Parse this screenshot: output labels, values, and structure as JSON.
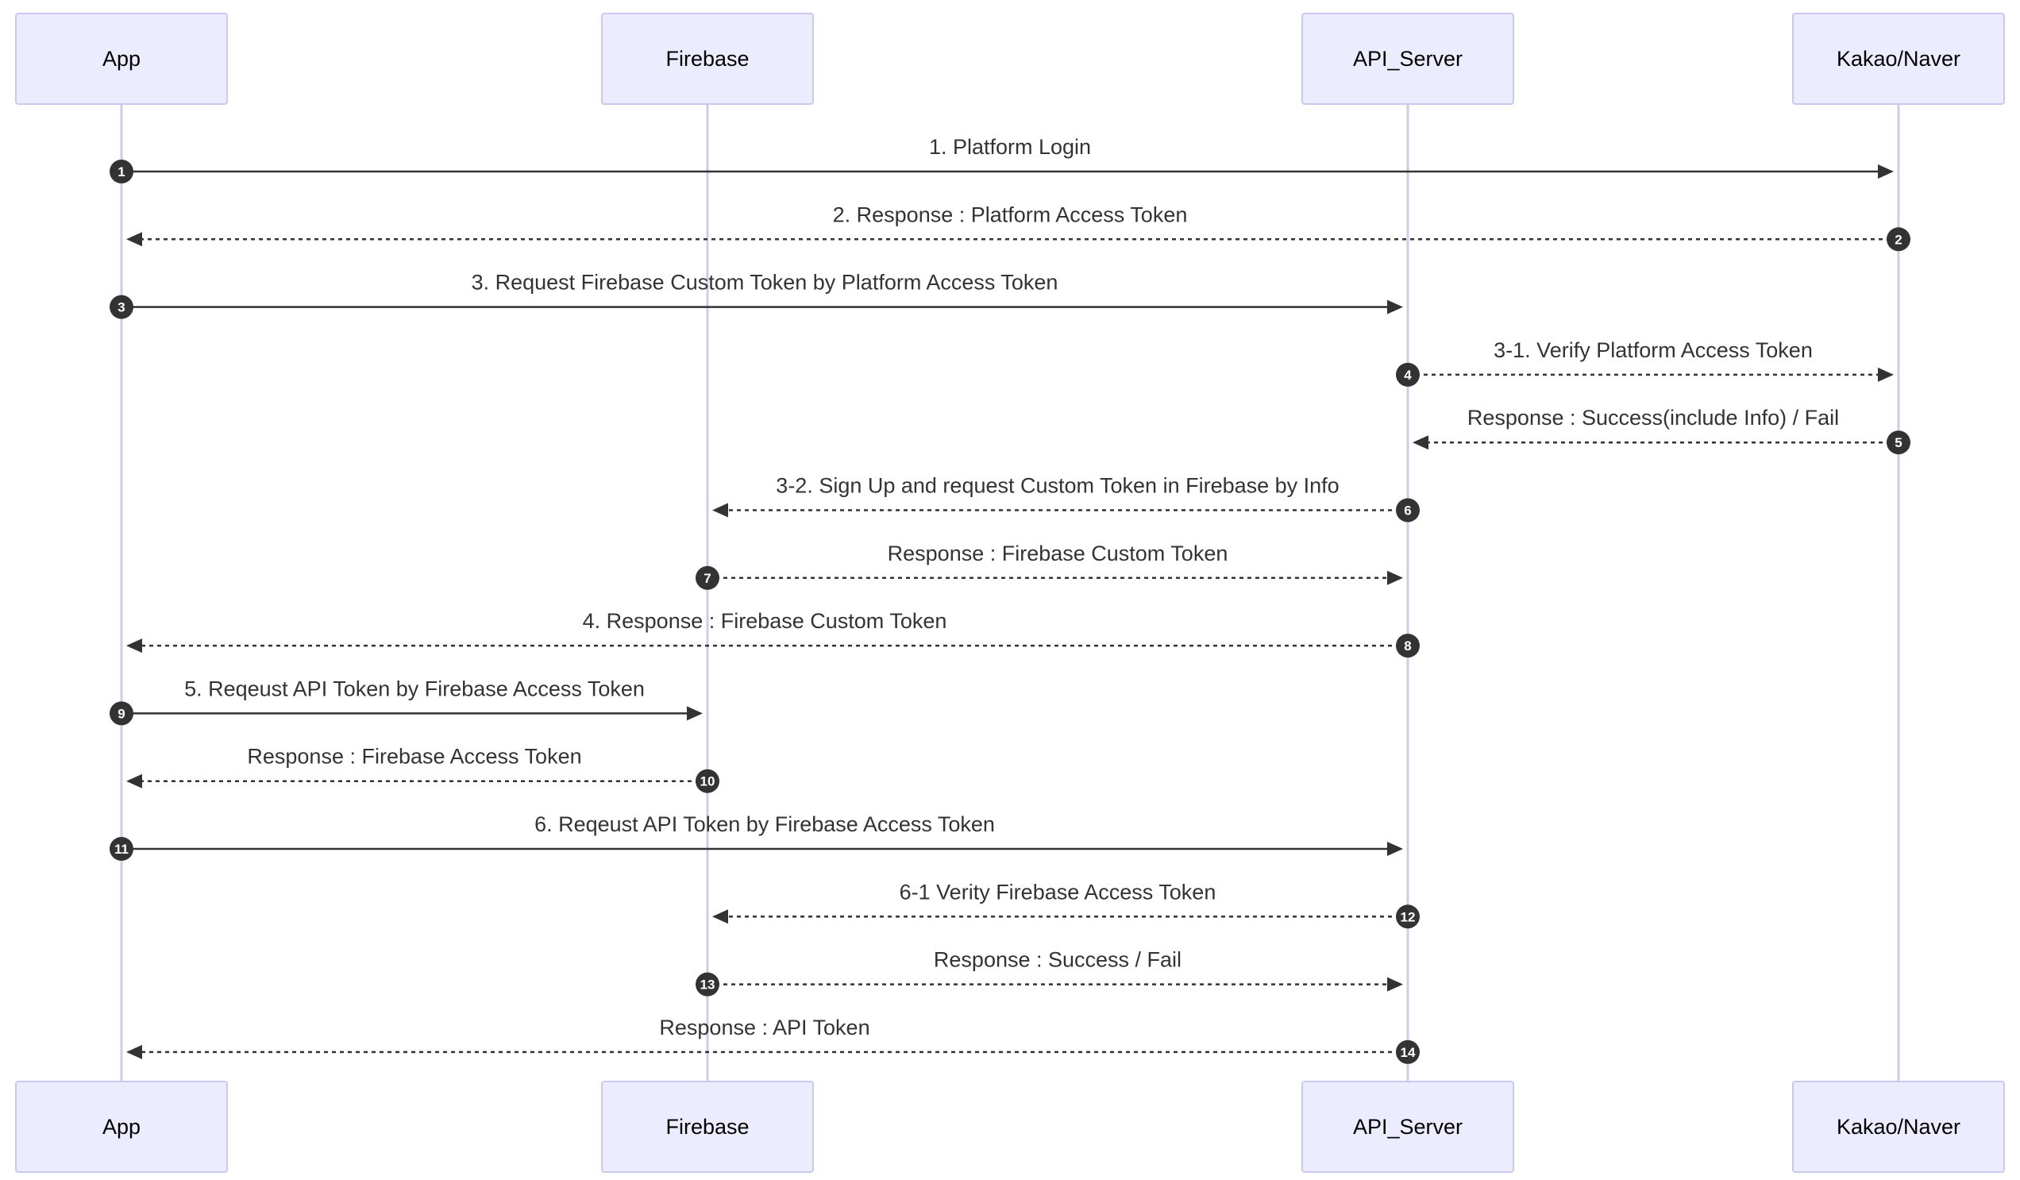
{
  "diagram": {
    "actors": [
      {
        "id": "app",
        "label": "App"
      },
      {
        "id": "firebase",
        "label": "Firebase"
      },
      {
        "id": "api",
        "label": "API_Server"
      },
      {
        "id": "kakao",
        "label": "Kakao/Naver"
      }
    ],
    "messages": [
      {
        "num": "1",
        "from": "app",
        "to": "kakao",
        "style": "solid",
        "text": "1. Platform Login"
      },
      {
        "num": "2",
        "from": "kakao",
        "to": "app",
        "style": "dotted",
        "text": "2. Response : Platform Access Token"
      },
      {
        "num": "3",
        "from": "app",
        "to": "api",
        "style": "solid",
        "text": "3. Request Firebase Custom Token by Platform Access Token"
      },
      {
        "num": "4",
        "from": "api",
        "to": "kakao",
        "style": "dotted",
        "text": "3-1. Verify Platform Access Token"
      },
      {
        "num": "5",
        "from": "kakao",
        "to": "api",
        "style": "dotted",
        "text": "Response : Success(include Info) / Fail"
      },
      {
        "num": "6",
        "from": "api",
        "to": "firebase",
        "style": "dotted",
        "text": "3-2. Sign Up and request Custom Token in Firebase by Info"
      },
      {
        "num": "7",
        "from": "firebase",
        "to": "api",
        "style": "dotted",
        "text": "Response : Firebase Custom Token"
      },
      {
        "num": "8",
        "from": "api",
        "to": "app",
        "style": "dotted",
        "text": "4. Response : Firebase Custom Token"
      },
      {
        "num": "9",
        "from": "app",
        "to": "firebase",
        "style": "solid",
        "text": "5. Reqeust API Token by Firebase Access Token"
      },
      {
        "num": "10",
        "from": "firebase",
        "to": "app",
        "style": "dotted",
        "text": "Response : Firebase Access Token"
      },
      {
        "num": "11",
        "from": "app",
        "to": "api",
        "style": "solid",
        "text": "6. Reqeust API Token by Firebase Access Token"
      },
      {
        "num": "12",
        "from": "api",
        "to": "firebase",
        "style": "dotted",
        "text": "6-1 Verity Firebase Access Token"
      },
      {
        "num": "13",
        "from": "firebase",
        "to": "api",
        "style": "dotted",
        "text": "Response : Success / Fail"
      },
      {
        "num": "14",
        "from": "api",
        "to": "app",
        "style": "dotted",
        "text": "Response : API Token"
      }
    ],
    "colors": {
      "actor_fill": "#ececff",
      "actor_stroke": "#c9c9f0",
      "lifeline": "#cdcde8",
      "line": "#333333",
      "seq_badge": "#333333"
    }
  }
}
